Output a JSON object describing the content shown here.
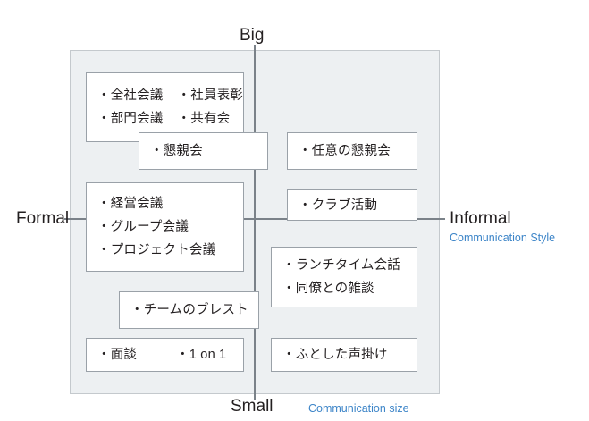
{
  "diagram": {
    "type": "2x2-matrix",
    "axes": {
      "vertical": {
        "top_label": "Big",
        "bottom_label": "Small",
        "caption": "Communication size",
        "caption_color": "#3d85c8"
      },
      "horizontal": {
        "left_label": "Formal",
        "right_label": "Informal",
        "caption": "Communication Style",
        "caption_color": "#3d85c8"
      }
    },
    "plane": {
      "background_color": "#edf0f2",
      "border_color": "#c4c9cd"
    },
    "cards": [
      {
        "id": "all-hands",
        "quadrant": "formal-big",
        "lines": [
          [
            "・全社会議",
            "・社員表彰"
          ],
          [
            "・部門会議",
            "・共有会"
          ]
        ]
      },
      {
        "id": "konshinkai",
        "quadrant": "formal-big-edge",
        "lines": [
          [
            "・懇親会"
          ]
        ]
      },
      {
        "id": "nini-konshinkai",
        "quadrant": "informal-big",
        "lines": [
          [
            "・任意の懇親会"
          ]
        ]
      },
      {
        "id": "keiei-kaigi",
        "quadrant": "formal-middle",
        "lines": [
          [
            "・経営会議"
          ],
          [
            "・グループ会議"
          ],
          [
            "・プロジェクト会議"
          ]
        ]
      },
      {
        "id": "club-katsudo",
        "quadrant": "informal-middle",
        "lines": [
          [
            "・クラブ活動"
          ]
        ]
      },
      {
        "id": "lunch-talk",
        "quadrant": "informal-small",
        "lines": [
          [
            "・ランチタイム会話"
          ],
          [
            "・同僚との雑談"
          ]
        ]
      },
      {
        "id": "team-brainstorm",
        "quadrant": "formal-small-edge",
        "lines": [
          [
            "・チームのブレスト"
          ]
        ]
      },
      {
        "id": "mendan-1on1",
        "quadrant": "formal-small",
        "lines": [
          [
            "・面談",
            "・1 on 1"
          ]
        ]
      },
      {
        "id": "futoshita-koegake",
        "quadrant": "informal-small",
        "lines": [
          [
            "・ふとした声掛け"
          ]
        ]
      }
    ]
  }
}
